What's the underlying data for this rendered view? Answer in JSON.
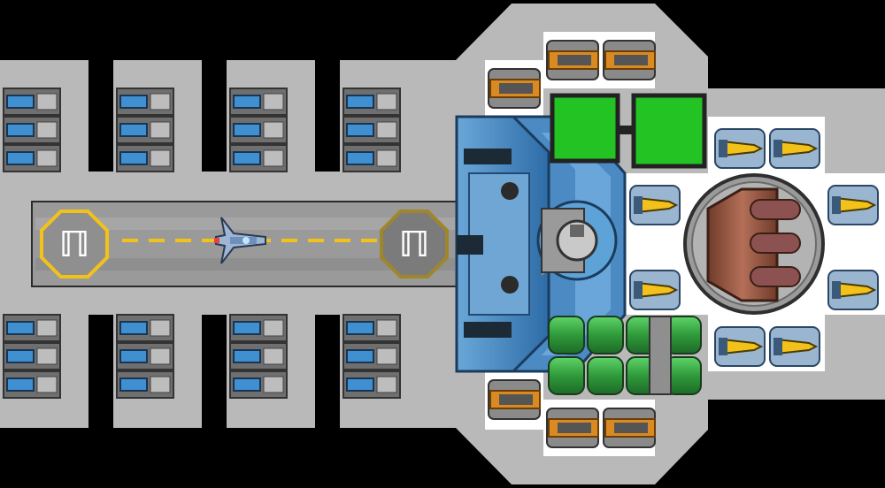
{
  "scene": {
    "background": "#000000",
    "hull_color": "#b9b9b9",
    "hull_edge": "#8f8f8f",
    "accent_green": "#22c322",
    "accent_yellow": "#f3c21a",
    "accent_blue": "#3f8fd1"
  },
  "hangar": {
    "pads": [
      {
        "name": "landing-pad-left",
        "glyph": "ℿ",
        "ring": "#f3c21a",
        "face": "#8f8f8f"
      },
      {
        "name": "landing-pad-right",
        "glyph": "ℿ",
        "ring": "#a0862b",
        "face": "#7b7b7b"
      }
    ],
    "stripe_color": "#f3c21a",
    "fighter": {
      "name": "docked-fighter",
      "color": "#9db6d6"
    }
  },
  "modules": {
    "bays_per_block": 3,
    "bay_blocks": 8,
    "turrets_orange": 6,
    "turrets_blue": 8,
    "green_tanks": 2,
    "reactor": {
      "name": "reactor-core",
      "color": "#7a4630"
    }
  }
}
